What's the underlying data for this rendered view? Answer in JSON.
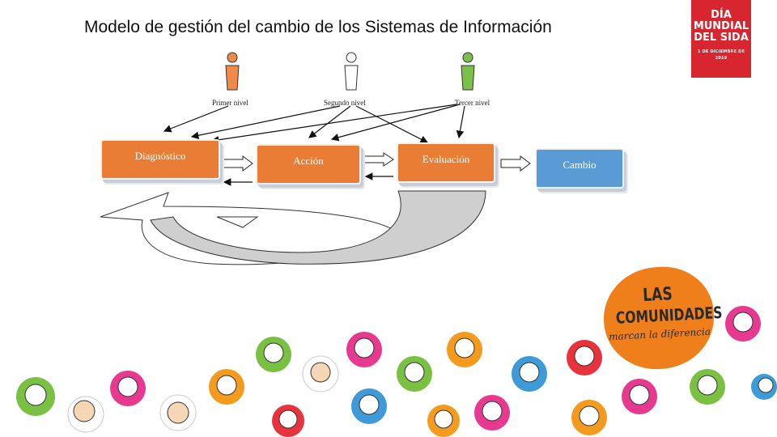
{
  "title": "Modelo de gestión del cambio de los Sistemas de Información",
  "logo": {
    "line1": "DÍA",
    "line2": "MUNDIAL",
    "line3": "DEL SIDA",
    "line4": "1 DE DICIEMBRE DE 2019",
    "color": "#d7262f"
  },
  "levels": [
    {
      "label": "Primer nivel",
      "color": "#f08a48"
    },
    {
      "label": "Segundo nivel",
      "color": "#ffffff"
    },
    {
      "label": "Tercer nivel",
      "color": "#7cc04b"
    }
  ],
  "boxes": [
    {
      "label": "Diagnóstico",
      "color": "#ea7d35"
    },
    {
      "label": "Acción",
      "color": "#ea7d35"
    },
    {
      "label": "Evaluación",
      "color": "#ea7d35"
    },
    {
      "label": "Cambio",
      "color": "#5b9bd5"
    }
  ],
  "campaign": {
    "line1": "LAS",
    "line2": "COMUNIDADES",
    "line3": "marcan la diferencia",
    "color": "#ef7f1a"
  }
}
